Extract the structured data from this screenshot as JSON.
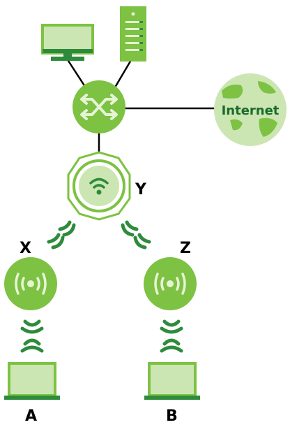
{
  "colors": {
    "dark_green": "#2e8b3c",
    "mid_green": "#7dc242",
    "light_green": "#cce6b3",
    "pale_green": "#e6f4d6",
    "line": "#000000",
    "text_dark": "#1a6b2a"
  },
  "icons": {
    "desktop": "desktop-computer-icon",
    "server": "server-icon",
    "switch": "switch-router-icon",
    "internet": "globe-icon",
    "ap_root": "wireless-access-point-icon",
    "repeater_x": "wireless-repeater-icon",
    "repeater_z": "wireless-repeater-icon",
    "laptop_a": "laptop-icon",
    "laptop_b": "laptop-icon",
    "signal": "wireless-signal-icon"
  },
  "labels": {
    "internet": "Internet",
    "ap_y": "Y",
    "repeater_x": "X",
    "repeater_z": "Z",
    "laptop_a": "A",
    "laptop_b": "B"
  }
}
